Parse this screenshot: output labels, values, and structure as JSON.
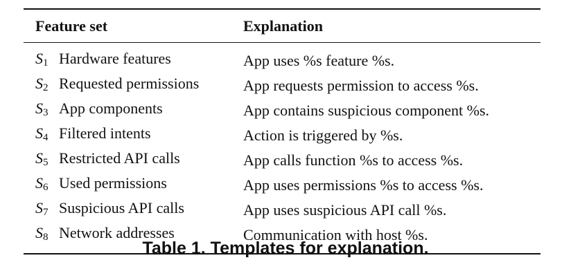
{
  "table": {
    "headers": {
      "feature_set": "Feature set",
      "explanation": "Explanation"
    },
    "rows": [
      {
        "symbol": "S",
        "subscript": "1",
        "feature": "Hardware features",
        "explanation": "App uses %s feature %s."
      },
      {
        "symbol": "S",
        "subscript": "2",
        "feature": "Requested permissions",
        "explanation": "App requests permission to access %s."
      },
      {
        "symbol": "S",
        "subscript": "3",
        "feature": "App components",
        "explanation": "App contains suspicious component %s."
      },
      {
        "symbol": "S",
        "subscript": "4",
        "feature": "Filtered intents",
        "explanation": "Action is triggered by %s."
      },
      {
        "symbol": "S",
        "subscript": "5",
        "feature": "Restricted API calls",
        "explanation": "App calls function %s to access %s."
      },
      {
        "symbol": "S",
        "subscript": "6",
        "feature": "Used permissions",
        "explanation": "App uses permissions %s to access %s."
      },
      {
        "symbol": "S",
        "subscript": "7",
        "feature": "Suspicious API calls",
        "explanation": "App uses suspicious API call %s."
      },
      {
        "symbol": "S",
        "subscript": "8",
        "feature": "Network addresses",
        "explanation": "Communication with host %s."
      }
    ]
  },
  "caption": "Table 1. Templates for explanation."
}
